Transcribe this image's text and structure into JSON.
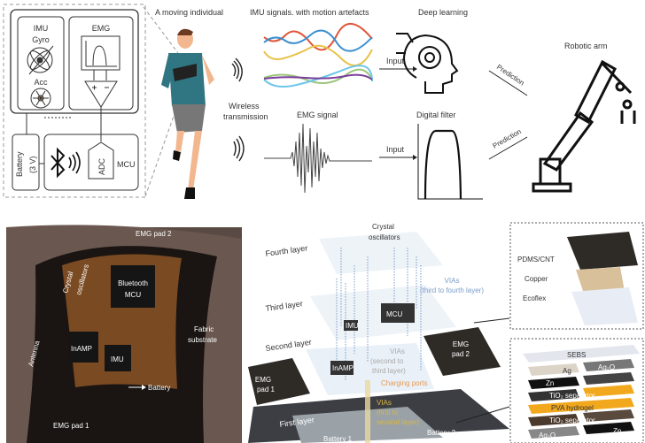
{
  "top": {
    "device": {
      "imu": "IMU",
      "gyro": "Gyro",
      "acc": "Acc",
      "emg": "EMG",
      "battery": "Battery",
      "battery_v": "(3 V)",
      "adc": "ADC",
      "mcu": "MCU"
    },
    "moving_individual": "A moving individual",
    "imu_signals": "IMU signals. with motion artefacts",
    "wireless_1": "Wireless",
    "wireless_2": "transmission",
    "emg_signal": "EMG signal",
    "input_1": "Input",
    "input_2": "Input",
    "deep_learning": "Deep learning",
    "digital_filter": "Digital filter",
    "prediction_1": "Prediction",
    "prediction_2": "Prediction",
    "robotic_arm": "Robotic arm"
  },
  "photo": {
    "emg_pad_2": "EMG pad 2",
    "crystal": "Crystal",
    "oscillators": "oscillators",
    "bt": "Bluetooth",
    "mcu": "MCU",
    "fabric_1": "Fabric",
    "fabric_2": "substrate",
    "antenna": "Antenna",
    "inamp": "InAMP",
    "imu": "IMU",
    "battery": "Battery",
    "emg_pad_1": "EMG pad 1"
  },
  "exploded": {
    "fourth": "Fourth layer",
    "third": "Third layer",
    "second": "Second layer",
    "first": "First layer",
    "crystal": "Crystal",
    "oscillators": "oscillators",
    "vias_34_1": "VIAs",
    "vias_34_2": "(third to fourth layer)",
    "mcu": "MCU",
    "imu": "IMU",
    "inamp": "InAMP",
    "vias_23_1": "VIAs",
    "vias_23_2": "(second to",
    "vias_23_3": "third layer)",
    "charging": "Charging ports",
    "vias_12_1": "VIAs",
    "vias_12_2": "(first to",
    "vias_12_3": "second layer)",
    "pad1_a": "EMG",
    "pad1_b": "pad 1",
    "pad2_a": "EMG",
    "pad2_b": "pad 2",
    "battery1": "Battery 1",
    "battery2": "Battery 2"
  },
  "electrode": {
    "pdms": "PDMS/CNT",
    "copper": "Copper",
    "ecoflex": "Ecoflex"
  },
  "battery_stack": {
    "sebs": "SEBS",
    "ag": "Ag",
    "ag2o": "Ag₂O",
    "zn": "Zn",
    "tio2_sep": "TiO₂ separator",
    "pva": "PVA hydrogel",
    "tio2_sep2": "TiO₂ separator",
    "zn2": "Zn",
    "ag2o_2": "Ag₂O"
  },
  "colors": {
    "imu_red": "#e0553a",
    "imu_blue": "#3b8fd0",
    "imu_yellow": "#e8c24a",
    "imu_purple": "#7a3f9a",
    "imu_cyan": "#6ec6ea",
    "imu_green": "#9cc47a",
    "pva": "#f2a81d"
  }
}
